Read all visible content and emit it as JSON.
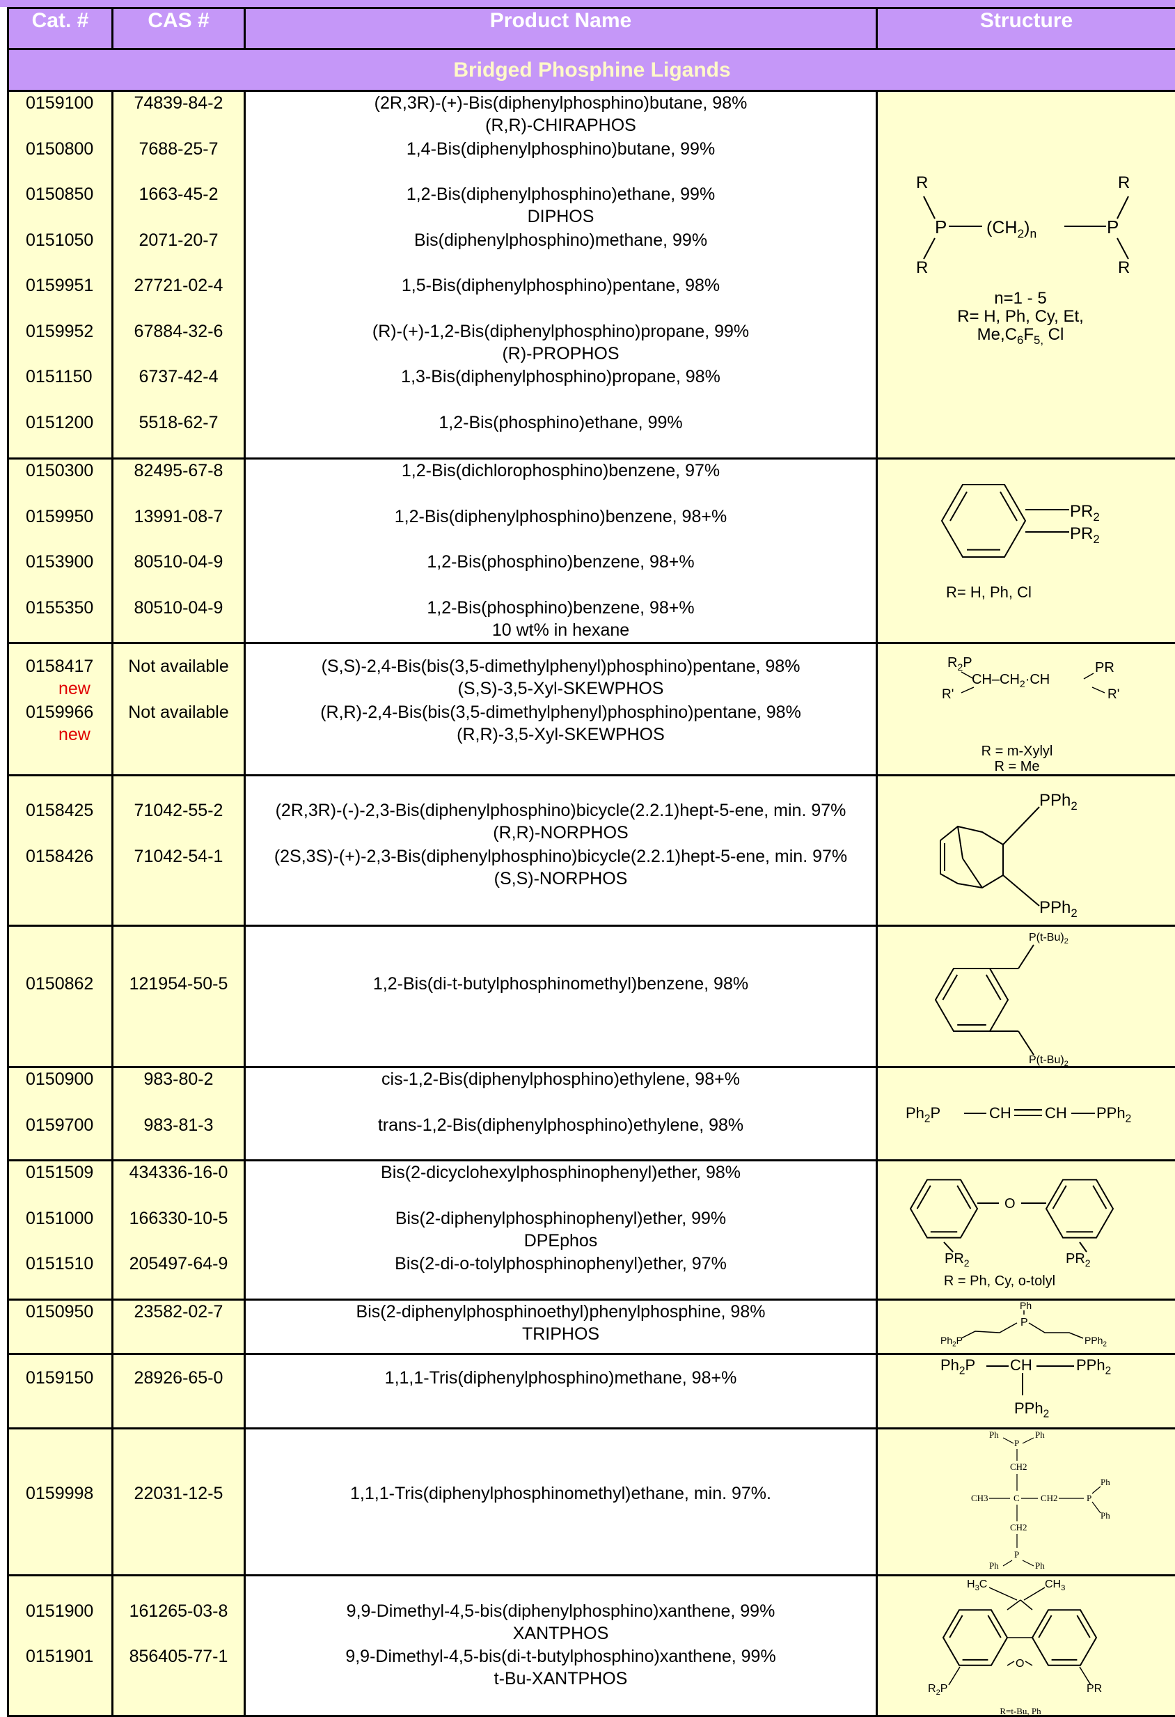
{
  "headers": {
    "cat": "Cat. #",
    "cas": "CAS #",
    "name": "Product Name",
    "structure": "Structure"
  },
  "section_title": "Bridged Phosphine Ligands",
  "rows": [
    {
      "cat": "0159100",
      "cas": "74839-84-2",
      "name": "(2R,3R)-(+)-Bis(diphenylphosphino)butane, 98%",
      "alias": "(R,R)-CHIRAPHOS"
    },
    {
      "cat": "0150800",
      "cas": "7688-25-7",
      "name": "1,4-Bis(diphenylphosphino)butane, 99%",
      "alias": ""
    },
    {
      "cat": "0150850",
      "cas": "1663-45-2",
      "name": "1,2-Bis(diphenylphosphino)ethane, 99%",
      "alias": "DIPHOS"
    },
    {
      "cat": "0151050",
      "cas": "2071-20-7",
      "name": "Bis(diphenylphosphino)methane, 99%",
      "alias": ""
    },
    {
      "cat": "0159951",
      "cas": "27721-02-4",
      "name": "1,5-Bis(diphenylphosphino)pentane, 98%",
      "alias": ""
    },
    {
      "cat": "0159952",
      "cas": "67884-32-6",
      "name": "(R)-(+)-1,2-Bis(diphenylphosphino)propane, 99%",
      "alias": "(R)-PROPHOS"
    },
    {
      "cat": "0151150",
      "cas": "6737-42-4",
      "name": "1,3-Bis(diphenylphosphino)propane, 98%",
      "alias": ""
    },
    {
      "cat": "0151200",
      "cas": "5518-62-7",
      "name": "1,2-Bis(phosphino)ethane, 99%",
      "alias": ""
    },
    {
      "cat": "0150300",
      "cas": "82495-67-8",
      "name": "1,2-Bis(dichlorophosphino)benzene, 97%",
      "alias": ""
    },
    {
      "cat": "0159950",
      "cas": "13991-08-7",
      "name": "1,2-Bis(diphenylphosphino)benzene, 98+%",
      "alias": ""
    },
    {
      "cat": "0153900",
      "cas": "80510-04-9",
      "name": "1,2-Bis(phosphino)benzene, 98+%",
      "alias": ""
    },
    {
      "cat": "0155350",
      "cas": "80510-04-9",
      "name": "1,2-Bis(phosphino)benzene, 98+%",
      "alias": "10 wt% in hexane"
    },
    {
      "cat": "0158417",
      "cas": "Not available",
      "name": "(S,S)-2,4-Bis(bis(3,5-dimethylphenyl)phosphino)pentane, 98%",
      "alias": "(S,S)-3,5-Xyl-SKEWPHOS",
      "badge": "new"
    },
    {
      "cat": "0159966",
      "cas": "Not available",
      "name": "(R,R)-2,4-Bis(bis(3,5-dimethylphenyl)phosphino)pentane, 98%",
      "alias": "(R,R)-3,5-Xyl-SKEWPHOS",
      "badge": "new"
    },
    {
      "cat": "0158425",
      "cas": "71042-55-2",
      "name": "(2R,3R)-(-)-2,3-Bis(diphenylphosphino)bicycle(2.2.1)hept-5-ene, min. 97%",
      "alias": "(R,R)-NORPHOS"
    },
    {
      "cat": "0158426",
      "cas": "71042-54-1",
      "name": "(2S,3S)-(+)-2,3-Bis(diphenylphosphino)bicycle(2.2.1)hept-5-ene, min. 97%",
      "alias": "(S,S)-NORPHOS"
    },
    {
      "cat": "0150862",
      "cas": "121954-50-5",
      "name": "1,2-Bis(di-t-butylphosphinomethyl)benzene, 98%",
      "alias": ""
    },
    {
      "cat": "0150900",
      "cas": "983-80-2",
      "name": "cis-1,2-Bis(diphenylphosphino)ethylene, 98+%",
      "alias": ""
    },
    {
      "cat": "0159700",
      "cas": "983-81-3",
      "name": "trans-1,2-Bis(diphenylphosphino)ethylene, 98%",
      "alias": ""
    },
    {
      "cat": "0151509",
      "cas": "434336-16-0",
      "name": "Bis(2-dicyclohexylphosphinophenyl)ether, 98%",
      "alias": ""
    },
    {
      "cat": "0151000",
      "cas": "166330-10-5",
      "name": "Bis(2-diphenylphosphinophenyl)ether, 99%",
      "alias": "DPEphos"
    },
    {
      "cat": "0151510",
      "cas": "205497-64-9",
      "name": "Bis(2-di-o-tolylphosphinophenyl)ether, 97%",
      "alias": ""
    },
    {
      "cat": "0150950",
      "cas": "23582-02-7",
      "name": "Bis(2-diphenylphosphinoethyl)phenylphosphine, 98%",
      "alias": "TRIPHOS"
    },
    {
      "cat": "0159150",
      "cas": "28926-65-0",
      "name": "1,1,1-Tris(diphenylphosphino)methane, 98+%",
      "alias": ""
    },
    {
      "cat": "0159998",
      "cas": "22031-12-5",
      "name": "1,1,1-Tris(diphenylphosphinomethyl)ethane, min. 97%.",
      "alias": ""
    },
    {
      "cat": "0151900",
      "cas": "161265-03-8",
      "name": "9,9-Dimethyl-4,5-bis(diphenylphosphino)xanthene, 99%",
      "alias": "XANTPHOS"
    },
    {
      "cat": "0151901",
      "cas": "856405-77-1",
      "name": "9,9-Dimethyl-4,5-bis(di-t-butylphosphino)xanthene,  99%",
      "alias": "t-Bu-XANTPHOS"
    }
  ],
  "structures": {
    "s1": {
      "R": "R",
      "P": "P",
      "ch2": "(CH",
      "sub2": "2",
      "close": ")",
      "n": "n",
      "range": "n=1 - 5",
      "rline1": "R= H, Ph, Cy, Et,",
      "rline2a": "Me,C",
      "rline2b": "6",
      "rline2c": "F",
      "rline2d": "5,",
      "rline2e": " Cl"
    },
    "s2": {
      "pr": "PR",
      "sub": "2",
      "rdef": "R= H, Ph, Cl"
    },
    "s3": {
      "r2p": "R",
      "sub2": "2",
      "p": "P",
      "pr": "PR",
      "chain": "CH–CH",
      "ch2sub": "2",
      "ch": "·CH",
      "rp": "R'",
      "rdef1": "R = m-Xylyl",
      "rdef2": "R = Me"
    },
    "s4": {
      "pph": "PPh",
      "sub": "2"
    },
    "s5": {
      "ptbu": "P(t-Bu)",
      "sub": "2"
    },
    "s6": {
      "ph2p": "Ph",
      "sub": "2",
      "p": "P",
      "ch": "CH",
      "pph": "PPh"
    },
    "s7": {
      "o": "O",
      "pr": "PR",
      "sub": "2",
      "rdef": "R = Ph, Cy, o-tolyl"
    },
    "s8": {
      "ph": "Ph",
      "p": "P",
      "ph2p": "Ph",
      "sub": "2",
      "pph": "PPh"
    },
    "s9": {
      "ph2p": "Ph",
      "sub": "2",
      "p": "P",
      "ch": "CH",
      "pph": "PPh"
    },
    "s10": {
      "ph": "Ph",
      "p": "P",
      "ch2": "CH2",
      "ch3": "CH3",
      "c": "C"
    },
    "s11": {
      "h3c": "H",
      "sub3": "3",
      "c": "C",
      "ch3": "CH",
      "r2p": "R",
      "sub2": "2",
      "p": "P",
      "pr": "PR",
      "o": "O",
      "rdef": "R=t-Bu, Ph"
    }
  }
}
